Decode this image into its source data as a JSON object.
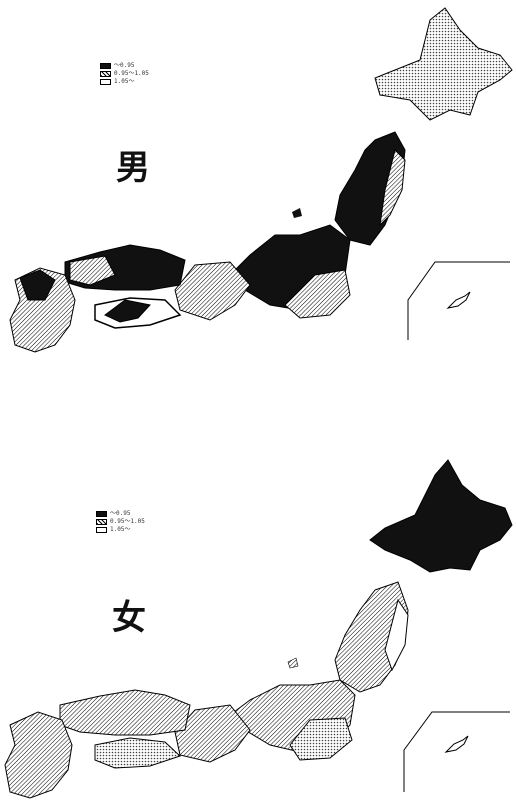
{
  "maps": [
    {
      "label": "男",
      "legend": [
        "～0.95",
        "0.95～1.05",
        "1.05～"
      ],
      "pattern": "mixed"
    },
    {
      "label": "女",
      "legend": [
        "～0.95",
        "0.95～1.05",
        "1.05～"
      ],
      "pattern": "hatched"
    }
  ],
  "colors": {
    "dark": "#111111",
    "hatch": "#000000",
    "light": "#ffffff"
  }
}
